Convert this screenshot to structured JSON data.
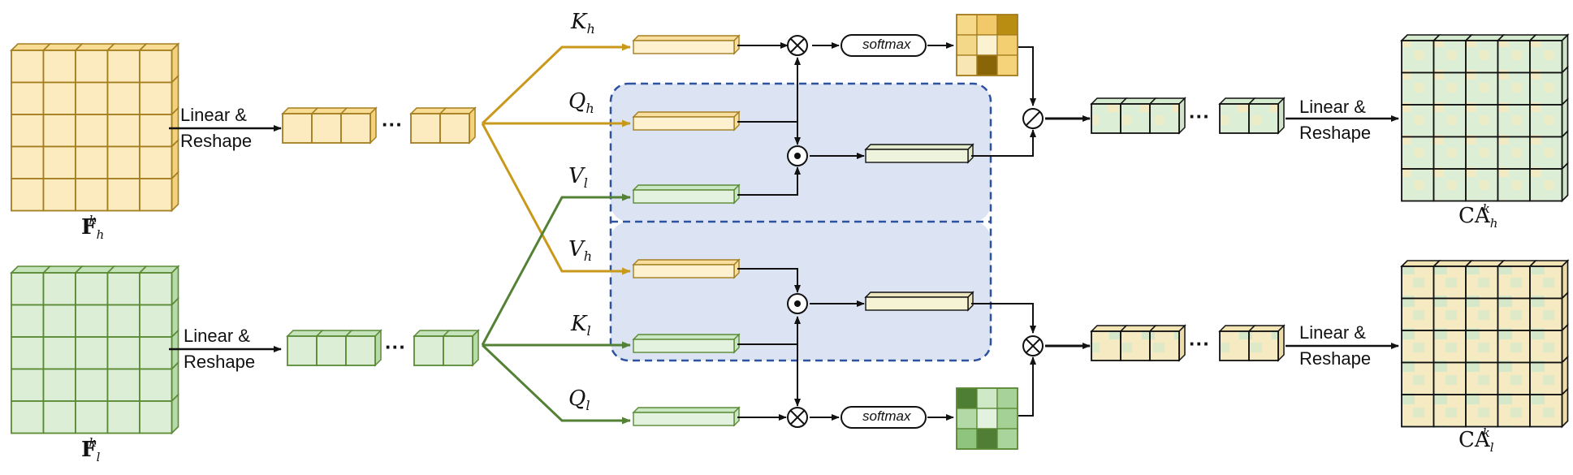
{
  "colors": {
    "yellow_fill": "#FCEBBE",
    "yellow_stroke": "#A47E1F",
    "green_fill": "#DCEFD6",
    "green_stroke": "#5A8A35",
    "region_fill": "#DCE4F4",
    "region_stroke": "#2E52A0",
    "arrow_yellow": "#C9991C",
    "arrow_green": "#538135",
    "black": "#111111"
  },
  "labels": {
    "linear_reshape_1": "Linear &",
    "linear_reshape_2": "Reshape",
    "ellipsis": "···",
    "softmax": "softmax",
    "k": "k",
    "h": "h",
    "l": "l",
    "F": "F",
    "K": "K",
    "Q": "Q",
    "V": "V",
    "CA": "CA"
  },
  "icons": {
    "multiply": "circle-times-icon",
    "hadamard": "circle-dot-icon",
    "divide": "circle-slash-icon"
  }
}
